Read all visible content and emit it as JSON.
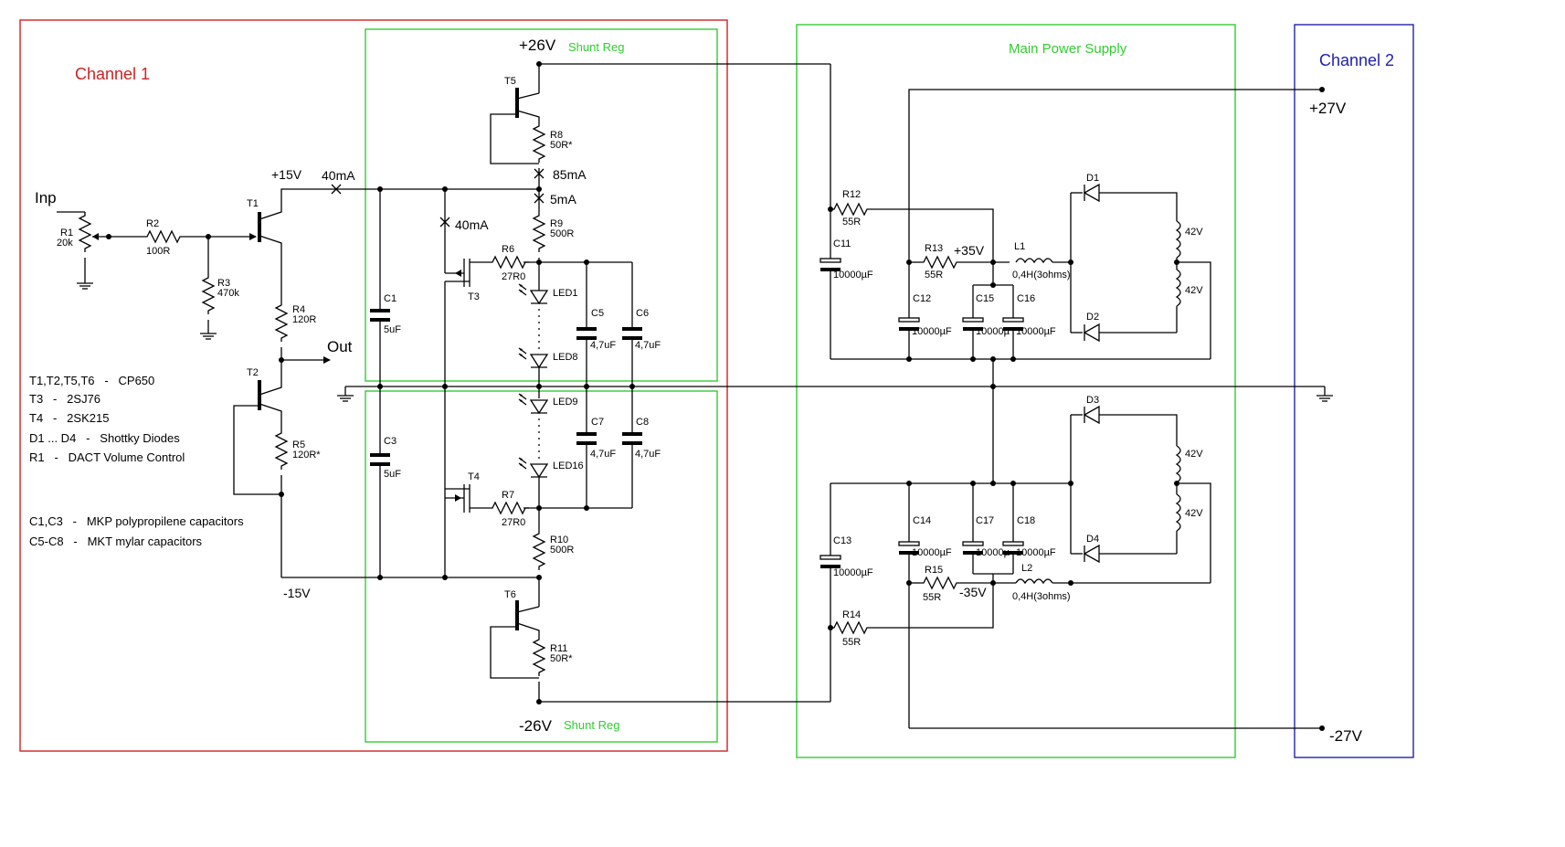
{
  "colors": {
    "channel1": "#cc2222",
    "green": "#33cc33",
    "channel2": "#2222aa",
    "wire": "#000000"
  },
  "blocks": {
    "channel1": "Channel 1",
    "channel2": "Channel 2",
    "main_psu": "Main Power Supply",
    "shunt_top": "Shunt Reg",
    "shunt_bottom": "Shunt Reg"
  },
  "nets": {
    "p26": "+26V",
    "n26": "-26V",
    "p15": "+15V",
    "n15": "-15V",
    "p35": "+35V",
    "n35": "-35V",
    "p27": "+27V",
    "n27": "-27V",
    "inp": "Inp",
    "out": "Out"
  },
  "currents": {
    "i40a": "40mA",
    "i40b": "40mA",
    "i85": "85mA",
    "i5": "5mA"
  },
  "components": {
    "R1": {
      "ref": "R1",
      "val": "20k"
    },
    "R2": {
      "ref": "R2",
      "val": "100R"
    },
    "R3": {
      "ref": "R3",
      "val": "470k"
    },
    "R4": {
      "ref": "R4",
      "val": "120R"
    },
    "R5": {
      "ref": "R5",
      "val": "120R*"
    },
    "R6": {
      "ref": "R6",
      "val": "27R0"
    },
    "R7": {
      "ref": "R7",
      "val": "27R0"
    },
    "R8": {
      "ref": "R8",
      "val": "50R*"
    },
    "R9": {
      "ref": "R9",
      "val": "500R"
    },
    "R10": {
      "ref": "R10",
      "val": "500R"
    },
    "R11": {
      "ref": "R11",
      "val": "50R*"
    },
    "R12": {
      "ref": "R12",
      "val": "55R"
    },
    "R13": {
      "ref": "R13",
      "val": "55R"
    },
    "R14": {
      "ref": "R14",
      "val": "55R"
    },
    "R15": {
      "ref": "R15",
      "val": "55R"
    },
    "C1": {
      "ref": "C1",
      "val": "5uF"
    },
    "C3": {
      "ref": "C3",
      "val": "5uF"
    },
    "C5": {
      "ref": "C5",
      "val": "4,7uF"
    },
    "C6": {
      "ref": "C6",
      "val": "4,7uF"
    },
    "C7": {
      "ref": "C7",
      "val": "4,7uF"
    },
    "C8": {
      "ref": "C8",
      "val": "4,7uF"
    },
    "C11": {
      "ref": "C11",
      "val": "10000µF"
    },
    "C12": {
      "ref": "C12",
      "val": "10000µF"
    },
    "C13": {
      "ref": "C13",
      "val": "10000µF"
    },
    "C14": {
      "ref": "C14",
      "val": "10000µF"
    },
    "C15": {
      "ref": "C15",
      "val": "10000µ"
    },
    "C16": {
      "ref": "C16",
      "val": "10000µF"
    },
    "C17": {
      "ref": "C17",
      "val": "10000µ"
    },
    "C18": {
      "ref": "C18",
      "val": "10000µF"
    },
    "L1": {
      "ref": "L1",
      "val": "0,4H(3ohms)"
    },
    "L2": {
      "ref": "L2",
      "val": "0,4H(3ohms)"
    },
    "T1": "T1",
    "T2": "T2",
    "T3": "T3",
    "T4": "T4",
    "T5": "T5",
    "T6": "T6",
    "LED1": "LED1",
    "LED8": "LED8",
    "LED9": "LED9",
    "LED16": "LED16",
    "D1": "D1",
    "D2": "D2",
    "D3": "D3",
    "D4": "D4",
    "sec1": "42V",
    "sec2": "42V",
    "sec3": "42V",
    "sec4": "42V"
  },
  "notes": [
    "T1,T2,T5,T6   -   CP650",
    "T3   -   2SJ76",
    "T4   -   2SK215",
    "D1 ... D4   -   Shottky Diodes",
    "R1   -   DACT Volume Control",
    "C1,C3   -   MKP polypropilene capacitors",
    "C5-C8   -   MKT mylar capacitors"
  ]
}
